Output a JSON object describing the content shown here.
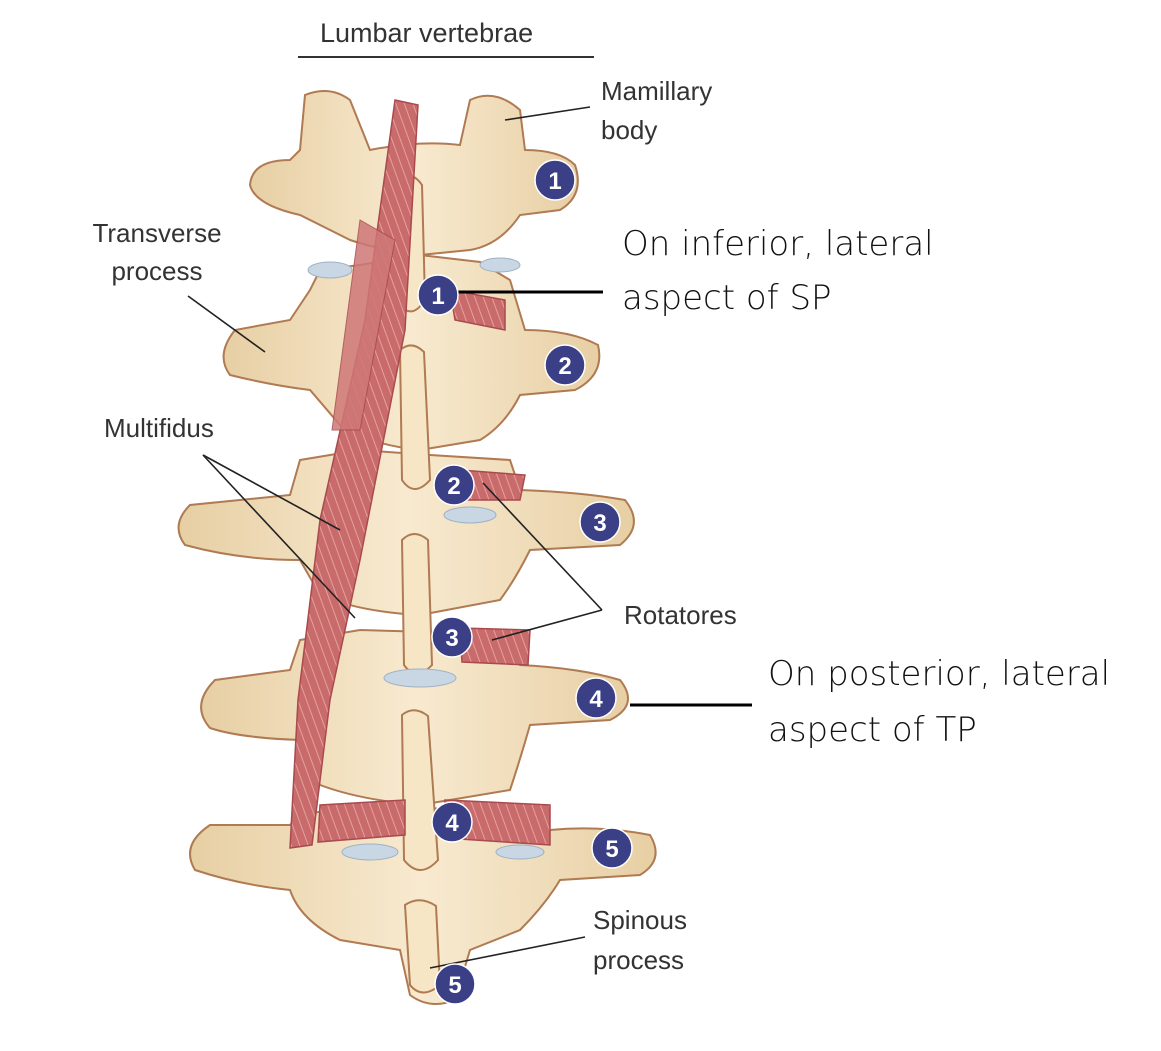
{
  "title": "Lumbar vertebrae",
  "labels": {
    "mamillary_l1": "Mamillary",
    "mamillary_l2": "body",
    "transverse_l1": "Transverse",
    "transverse_l2": "process",
    "multifidus": "Multifidus",
    "rotatores": "Rotatores",
    "spinous_l1": "Spinous",
    "spinous_l2": "process"
  },
  "annotations": {
    "sp_l1": "On inferior, lateral",
    "sp_l2": "aspect of SP",
    "tp_l1": "On posterior, lateral",
    "tp_l2": "aspect of TP"
  },
  "markers": {
    "tp": [
      "1",
      "2",
      "3",
      "4",
      "5"
    ],
    "sp": [
      "1",
      "2",
      "3",
      "4",
      "5"
    ]
  },
  "colors": {
    "bone": "#f4e3c1",
    "bone_outline": "#b07a52",
    "bone_shadow": "#e2c99c",
    "muscle": "#c9686a",
    "muscle_dark": "#a84a4e",
    "disc": "#c9d6e3",
    "badge": "#3a3f86"
  }
}
